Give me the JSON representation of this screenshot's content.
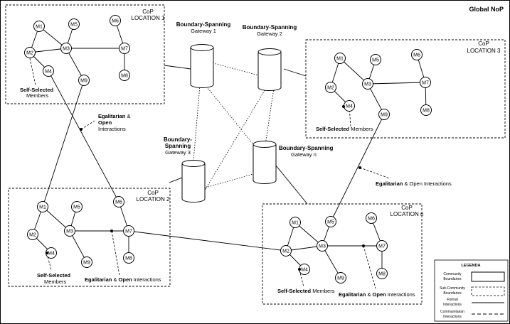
{
  "title": "Global NoP",
  "cops": [
    {
      "id": "cop1",
      "label_line1": "CoP",
      "label_line2": "LOCATION 1"
    },
    {
      "id": "cop2",
      "label_line1": "CoP",
      "label_line2": "LOCATION 2"
    },
    {
      "id": "cop3",
      "label_line1": "CoP",
      "label_line2": "LOCATION 3"
    },
    {
      "id": "copn",
      "label_line1": "CoP",
      "label_line2": "LOCATION n"
    }
  ],
  "members": [
    "M1",
    "M2",
    "M3",
    "M4",
    "M5",
    "M6",
    "M7",
    "M8",
    "M9"
  ],
  "gateways": [
    {
      "id": "gw1",
      "title": "Boundary-Spanning",
      "subtitle": "Gateway 1"
    },
    {
      "id": "gw2",
      "title": "Boundary-Spanning",
      "subtitle": "Gateway 2"
    },
    {
      "id": "gw3",
      "title_line1": "Boundary-",
      "title_line2": "Spanning",
      "subtitle": "Gateway 3"
    },
    {
      "id": "gwn",
      "title": "Boundary-Spanning",
      "subtitle": "Gateway n"
    }
  ],
  "annotations": {
    "self_selected_bold": "Self-Selected",
    "members": "Members",
    "self_selected_members_rest": " Members",
    "egalitarian_bold": "Egalitarian",
    "amp": " &",
    "amp_mid": " & ",
    "open_bold": "Open",
    "interactions": "Interactions",
    "open_interactions_rest": " Interactions",
    "egal_open_interactions_rest": " & Open Interactions"
  },
  "legend": {
    "title": "LEGENDA",
    "items": [
      {
        "line1": "Community",
        "line2": "Boundaries"
      },
      {
        "line1": "Sub-Community",
        "line2": "Boundaries"
      },
      {
        "line1": "Formal",
        "line2": "Interactions"
      },
      {
        "line1": "Communitarian",
        "line2": "Interactions"
      }
    ]
  }
}
